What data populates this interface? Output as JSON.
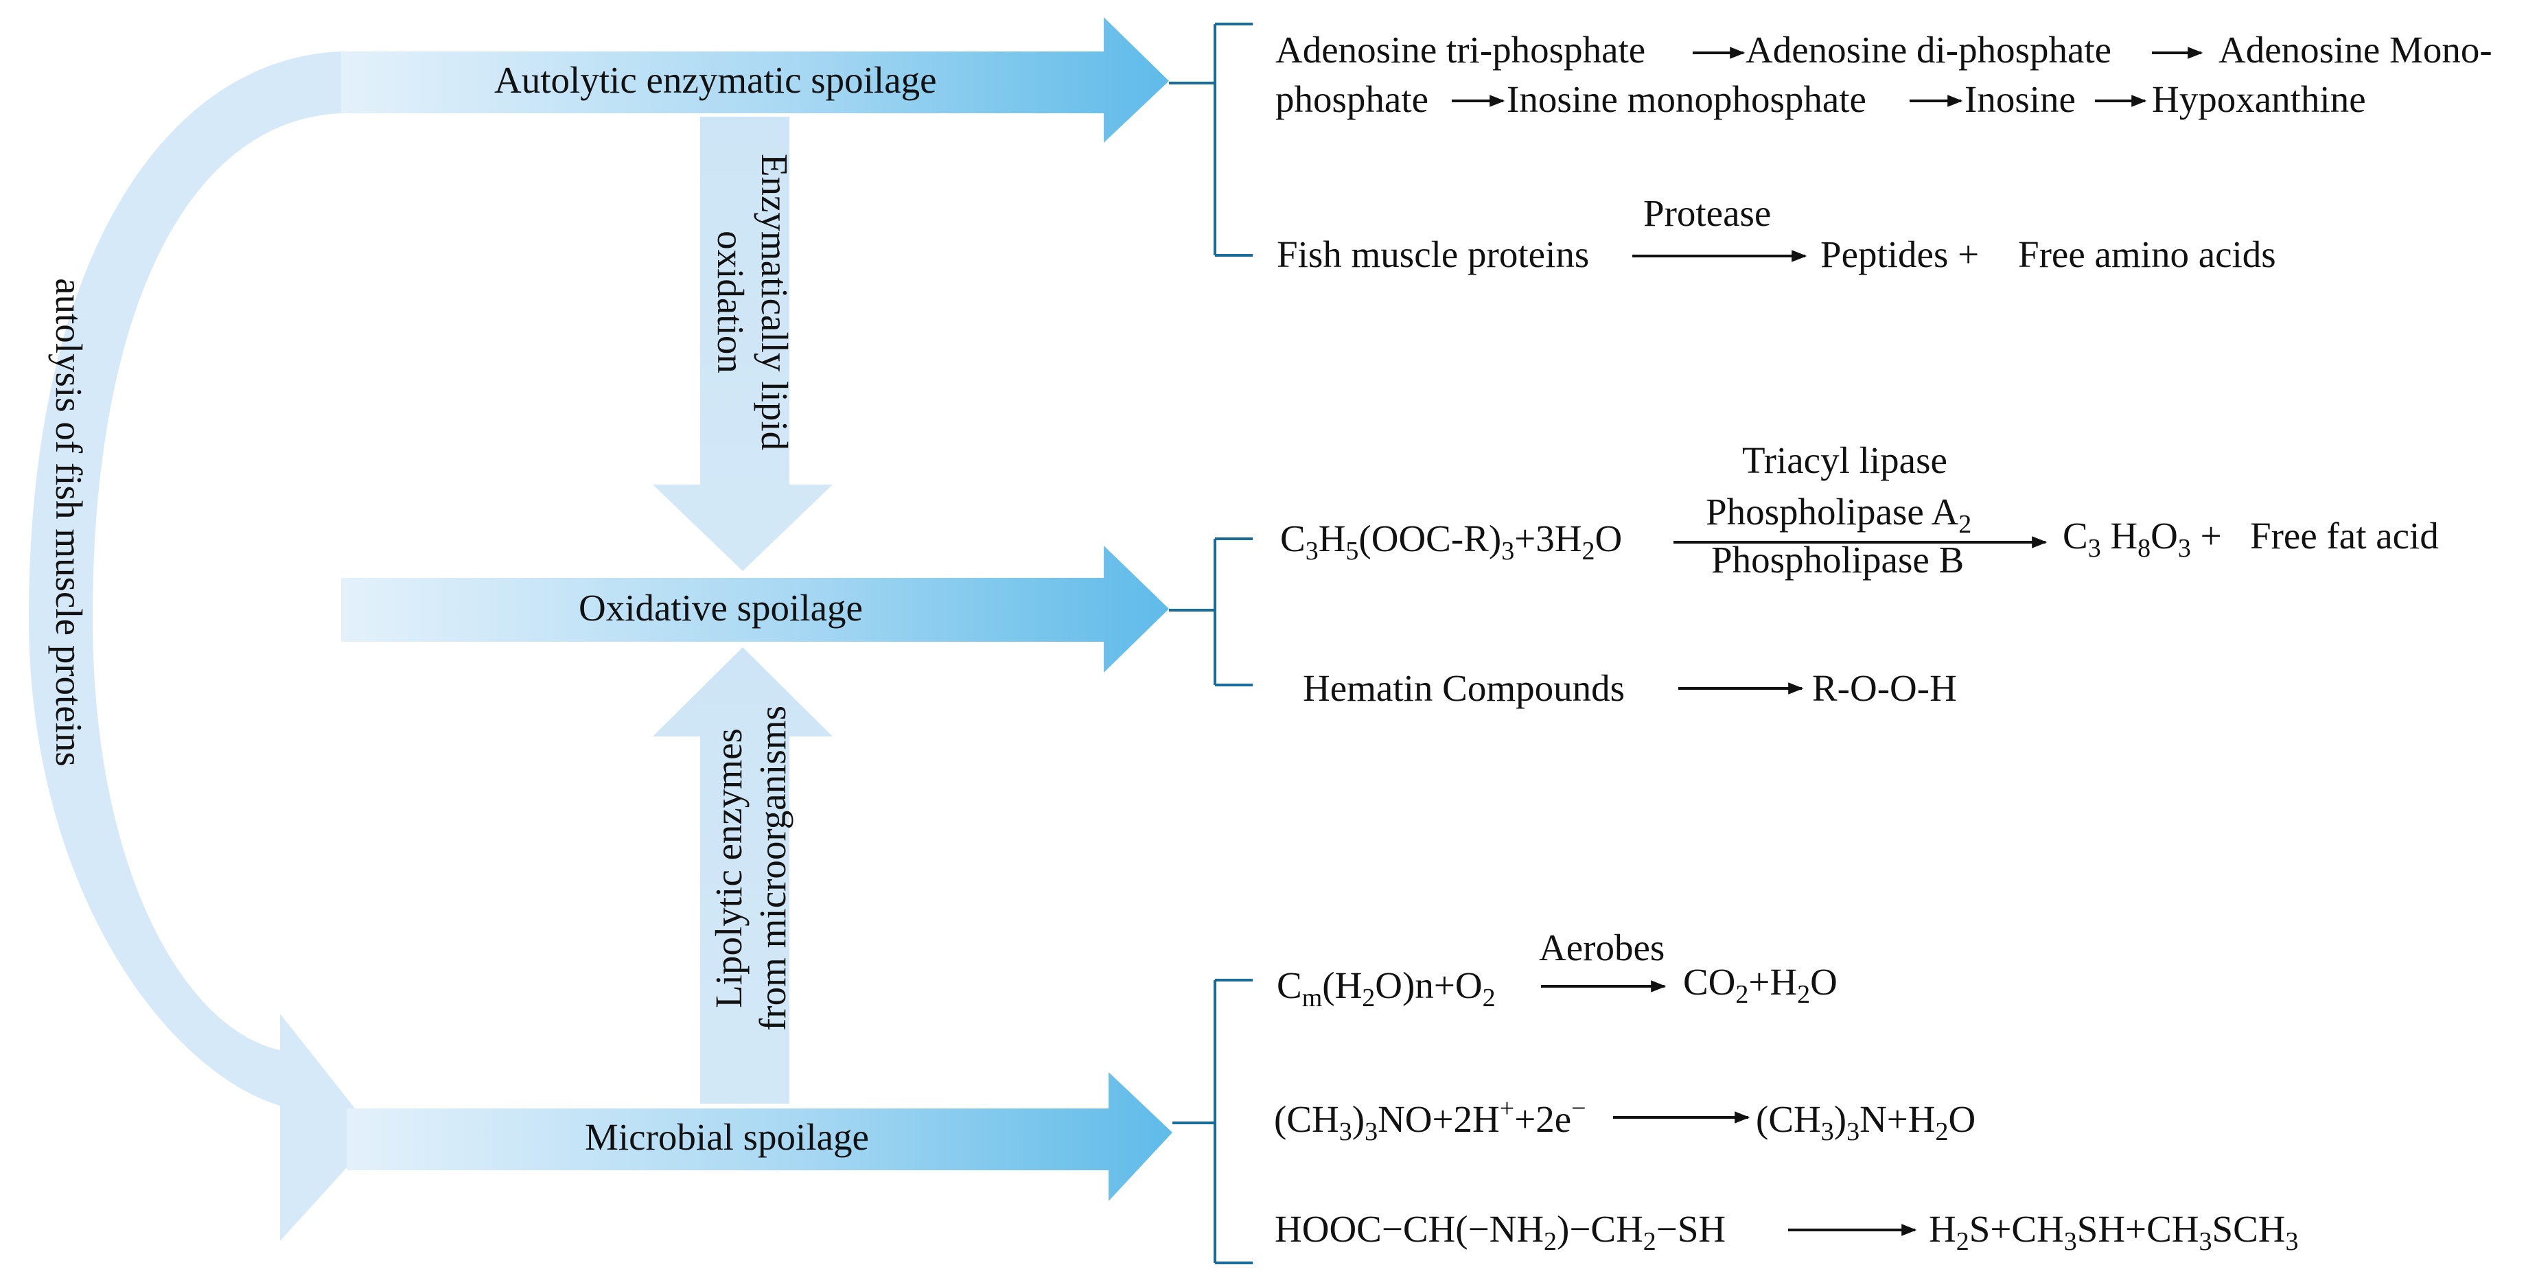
{
  "diagram": {
    "side_label": "autolysis of fish muscle proteins",
    "bands": [
      {
        "label": "Autolytic enzymatic spoilage"
      },
      {
        "label": "Oxidative spoilage"
      },
      {
        "label": "Microbial spoilage"
      }
    ],
    "vertical_arrows": [
      {
        "line1": "Enzymatically lipid",
        "line2": "oxidation"
      },
      {
        "line1": "Lipolytic enzymes",
        "line2": "from microorganisms"
      }
    ],
    "autolytic": {
      "atp": "Adenosine tri-phosphate",
      "adp": "Adenosine di-phosphate",
      "amp_part1": "Adenosine Mono-",
      "amp_part2": "phosphate",
      "imp": "Inosine monophosphate",
      "inosine": "Inosine",
      "hypoxanthine": "Hypoxanthine",
      "fish_proteins": "Fish muscle proteins",
      "protease": "Protease",
      "peptides": "Peptides +",
      "free_amino": "Free amino acids"
    },
    "oxidative": {
      "enzyme1": "Triacyl lipase",
      "enzyme2_main": "Phospholipase A",
      "enzyme2_sub": "2",
      "enzyme3": "Phospholipase B",
      "products_tail": "Free fat acid",
      "hematin": "Hematin Compounds",
      "roo_h": "R-O-O-H"
    },
    "microbial": {
      "aerobes": "Aerobes"
    },
    "colors": {
      "band_light": "#e3f0fa",
      "band_dark": "#63bce9",
      "pale": "#cfe5f6",
      "bracket": "#1a6a9a"
    }
  }
}
